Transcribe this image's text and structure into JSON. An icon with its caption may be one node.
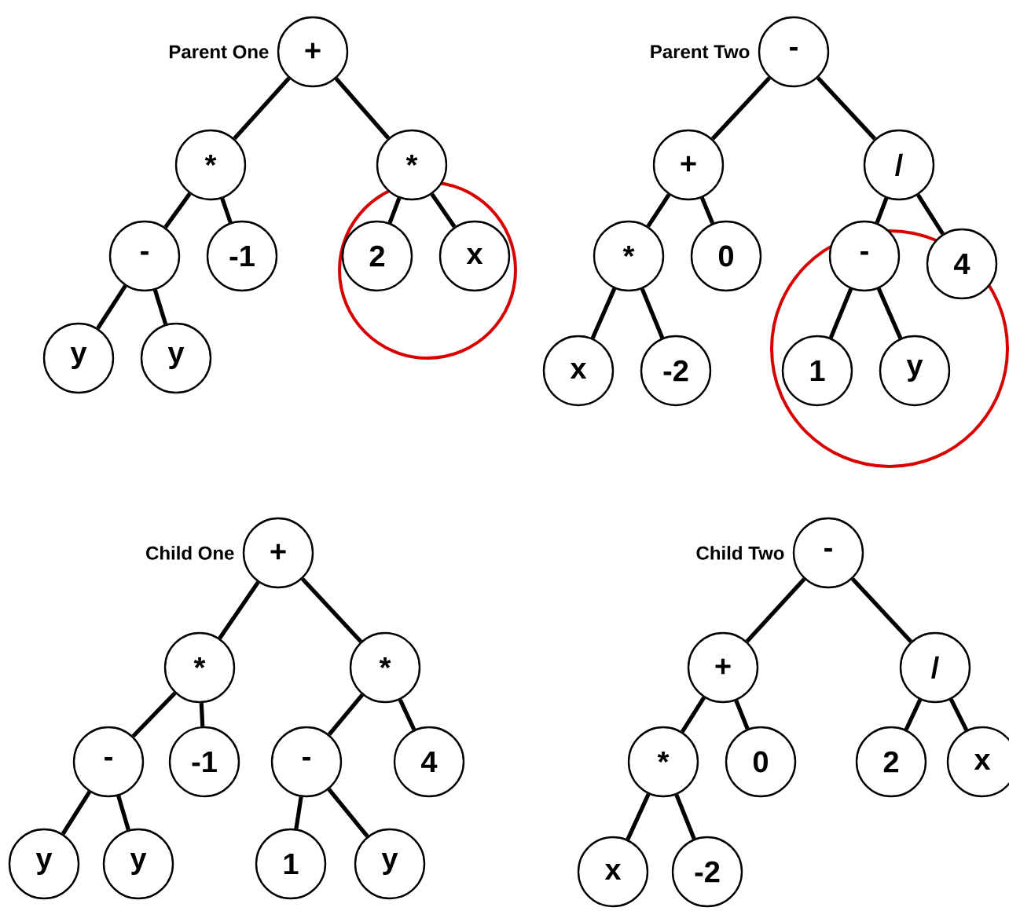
{
  "diagram": {
    "nodes": [
      {
        "text": [
          "+"
        ],
        "beside": [
          "Parent One"
        ]
      },
      {
        "text": [
          "*"
        ]
      },
      {
        "text": [
          "*"
        ]
      },
      {
        "text": [
          "-"
        ]
      },
      {
        "text": [
          "-1"
        ]
      },
      {
        "text": [
          "2"
        ]
      },
      {
        "text": [
          "x"
        ]
      },
      {
        "text": [
          "y"
        ]
      },
      {
        "text": [
          "y"
        ]
      },
      {
        "text": [
          "-"
        ],
        "beside": [
          "Parent Two"
        ]
      },
      {
        "text": [
          "+"
        ]
      },
      {
        "text": [
          "/"
        ]
      },
      {
        "text": [
          "*"
        ]
      },
      {
        "text": [
          "0"
        ]
      },
      {
        "text": [
          "-"
        ]
      },
      {
        "text": [
          "4"
        ]
      },
      {
        "text": [
          "x"
        ]
      },
      {
        "text": [
          "-2"
        ]
      },
      {
        "text": [
          "1"
        ]
      },
      {
        "text": [
          "y"
        ]
      },
      {
        "text": [
          "+"
        ],
        "beside": [
          "Child One"
        ]
      },
      {
        "text": [
          "*"
        ]
      },
      {
        "text": [
          "*"
        ]
      },
      {
        "text": [
          "-"
        ]
      },
      {
        "text": [
          "-1"
        ]
      },
      {
        "text": [
          "-"
        ]
      },
      {
        "text": [
          "4"
        ]
      },
      {
        "text": [
          "y"
        ]
      },
      {
        "text": [
          "y"
        ]
      },
      {
        "text": [
          "1"
        ]
      },
      {
        "text": [
          "y"
        ]
      },
      {
        "text": [
          "-"
        ],
        "beside": [
          "Child Two"
        ]
      },
      {
        "text": [
          "+"
        ]
      },
      {
        "text": [
          "/"
        ]
      },
      {
        "text": [
          "*"
        ]
      },
      {
        "text": [
          "0"
        ]
      },
      {
        "text": [
          "2"
        ]
      },
      {
        "text": [
          "x"
        ]
      },
      {
        "text": [
          "x"
        ]
      },
      {
        "text": [
          "-2"
        ]
      }
    ],
    "edges": [
      {
        "from": 0,
        "to": 1,
        "arrow": "none"
      },
      {
        "from": 0,
        "to": 2,
        "arrow": "none"
      },
      {
        "from": 1,
        "to": 3,
        "arrow": "none"
      },
      {
        "from": 1,
        "to": 4,
        "arrow": "none"
      },
      {
        "from": 2,
        "to": 5,
        "arrow": "none"
      },
      {
        "from": 2,
        "to": 6,
        "arrow": "none"
      },
      {
        "from": 3,
        "to": 7,
        "arrow": "none"
      },
      {
        "from": 3,
        "to": 8,
        "arrow": "none"
      },
      {
        "from": 9,
        "to": 10,
        "arrow": "none"
      },
      {
        "from": 9,
        "to": 11,
        "arrow": "none"
      },
      {
        "from": 10,
        "to": 12,
        "arrow": "none"
      },
      {
        "from": 10,
        "to": 13,
        "arrow": "none"
      },
      {
        "from": 11,
        "to": 14,
        "arrow": "none"
      },
      {
        "from": 11,
        "to": 15,
        "arrow": "none"
      },
      {
        "from": 12,
        "to": 16,
        "arrow": "none"
      },
      {
        "from": 12,
        "to": 17,
        "arrow": "none"
      },
      {
        "from": 14,
        "to": 18,
        "arrow": "none"
      },
      {
        "from": 14,
        "to": 19,
        "arrow": "none"
      },
      {
        "from": 20,
        "to": 21,
        "arrow": "none"
      },
      {
        "from": 20,
        "to": 22,
        "arrow": "none"
      },
      {
        "from": 21,
        "to": 23,
        "arrow": "none"
      },
      {
        "from": 21,
        "to": 24,
        "arrow": "none"
      },
      {
        "from": 22,
        "to": 25,
        "arrow": "none"
      },
      {
        "from": 22,
        "to": 26,
        "arrow": "none"
      },
      {
        "from": 23,
        "to": 27,
        "arrow": "none"
      },
      {
        "from": 23,
        "to": 28,
        "arrow": "none"
      },
      {
        "from": 25,
        "to": 29,
        "arrow": "none"
      },
      {
        "from": 25,
        "to": 30,
        "arrow": "none"
      },
      {
        "from": 31,
        "to": 32,
        "arrow": "none"
      },
      {
        "from": 31,
        "to": 33,
        "arrow": "none"
      },
      {
        "from": 32,
        "to": 34,
        "arrow": "none"
      },
      {
        "from": 32,
        "to": 35,
        "arrow": "none"
      },
      {
        "from": 33,
        "to": 36,
        "arrow": "none"
      },
      {
        "from": 33,
        "to": 37,
        "arrow": "none"
      },
      {
        "from": 34,
        "to": 38,
        "arrow": "none"
      },
      {
        "from": 34,
        "to": 39,
        "arrow": "none"
      }
    ]
  }
}
